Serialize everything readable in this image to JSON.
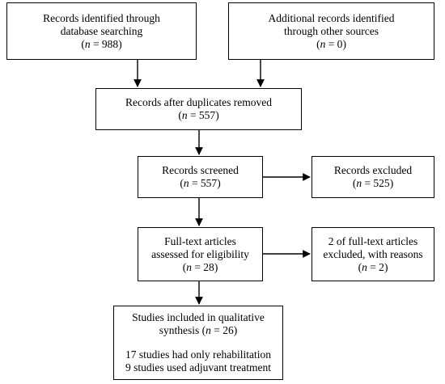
{
  "diagram": {
    "identification": {
      "lines": [
        "Records identified through",
        "database searching"
      ],
      "n_prefix": "n",
      "n_value": " = 988"
    },
    "additional": {
      "lines": [
        "Additional records identified",
        "through other sources"
      ],
      "n_prefix": "n",
      "n_value": " = 0"
    },
    "duplicates": {
      "lines": [
        "Records after duplicates removed"
      ],
      "n_prefix": "n",
      "n_value": " = 557"
    },
    "screened": {
      "lines": [
        "Records screened"
      ],
      "n_prefix": "n",
      "n_value": " = 557"
    },
    "excluded": {
      "lines": [
        "Records excluded"
      ],
      "n_prefix": "n",
      "n_value": " = 525"
    },
    "fulltext": {
      "lines": [
        "Full-text articles",
        "assessed for eligibility"
      ],
      "n_prefix": "n",
      "n_value": " = 28"
    },
    "fulltext_excluded": {
      "lines": [
        "2 of full-text articles",
        "excluded, with reasons"
      ],
      "n_prefix": "n",
      "n_value": " = 2"
    },
    "included": {
      "lines": [
        "Studies included in qualitative"
      ],
      "synth_text": "synthesis (",
      "n_prefix": "n",
      "n_value": " = 26)",
      "notes": [
        "17 studies had only rehabilitation",
        "9 studies used adjuvant treatment"
      ]
    }
  }
}
